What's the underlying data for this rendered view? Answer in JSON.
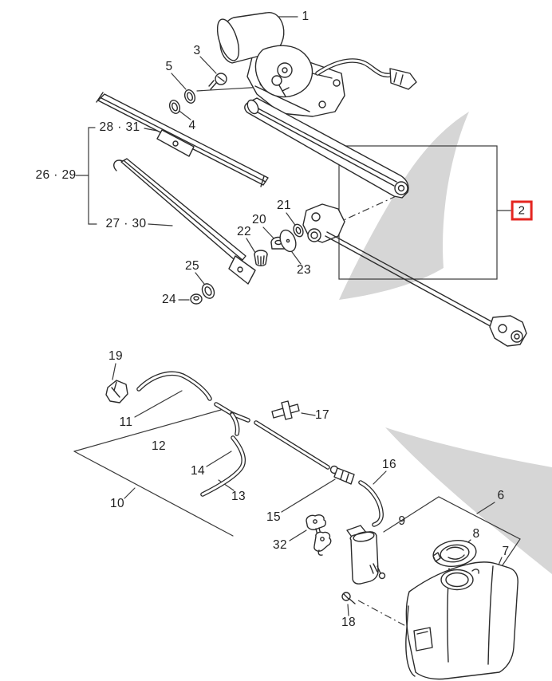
{
  "figure": {
    "type": "exploded-parts-diagram",
    "subject": "Windshield wiper motor, linkage, washer hoses and reservoir"
  },
  "colors": {
    "line": "#2b2b2b",
    "text": "#1e1e1e",
    "silhouette_gray": "#d6d6d6",
    "highlight_red": "#e42520",
    "background": "#ffffff"
  },
  "highlighted_callout": {
    "text": "2"
  },
  "callouts": [
    {
      "text": "1"
    },
    {
      "text": "3"
    },
    {
      "text": "5"
    },
    {
      "text": "4"
    },
    {
      "text": "28 · 31"
    },
    {
      "text": "26 · 29"
    },
    {
      "text": "27 · 30"
    },
    {
      "text": "2"
    },
    {
      "text": "21"
    },
    {
      "text": "20"
    },
    {
      "text": "22"
    },
    {
      "text": "23"
    },
    {
      "text": "25"
    },
    {
      "text": "24"
    },
    {
      "text": "19"
    },
    {
      "text": "11"
    },
    {
      "text": "12"
    },
    {
      "text": "10"
    },
    {
      "text": "14"
    },
    {
      "text": "13"
    },
    {
      "text": "15"
    },
    {
      "text": "17"
    },
    {
      "text": "16"
    },
    {
      "text": "9"
    },
    {
      "text": "32"
    },
    {
      "text": "6"
    },
    {
      "text": "8"
    },
    {
      "text": "7"
    },
    {
      "text": "18"
    }
  ]
}
